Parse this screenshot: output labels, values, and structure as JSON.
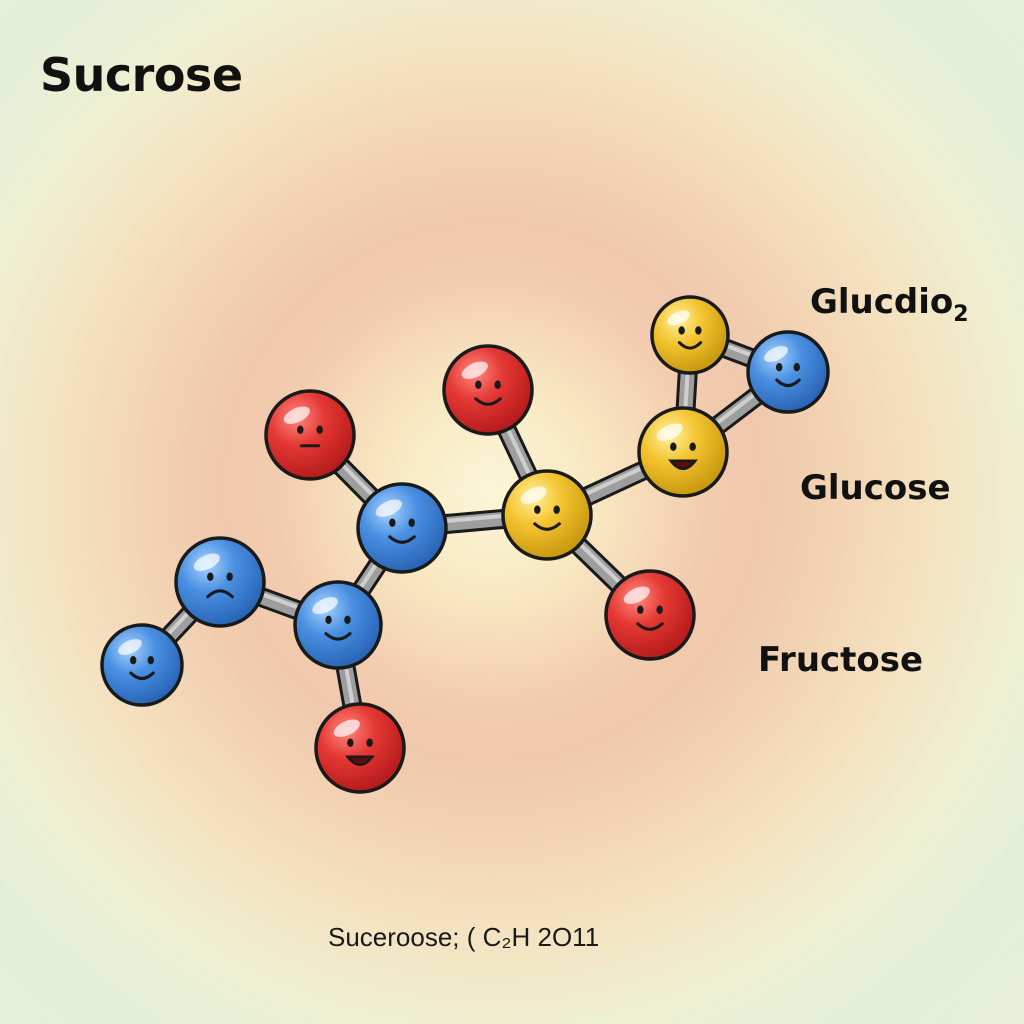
{
  "title": "Sucrose",
  "labels": {
    "top_label": "Glucdio",
    "top_label_sub": "2",
    "middle_label": "Glucose",
    "bottom_label": "Fructose"
  },
  "formula": "Suceroose; ( C₂H 2O11",
  "colors": {
    "oxygen_red": "#e53935",
    "carbon_blue": "#4a90e2",
    "hydrogen_yellow": "#f4c430",
    "bond_gray": "#8c8c8c",
    "outline": "#1a1a1a"
  },
  "diagram": {
    "atoms": [
      {
        "id": "a1",
        "color": "red",
        "face": "neutral"
      },
      {
        "id": "a2",
        "color": "red",
        "face": "smile"
      },
      {
        "id": "a3",
        "color": "yellow",
        "face": "smile"
      },
      {
        "id": "a4",
        "color": "blue",
        "face": "smile"
      },
      {
        "id": "a5",
        "color": "yellow",
        "face": "grin"
      },
      {
        "id": "a6",
        "color": "blue",
        "face": "smile"
      },
      {
        "id": "a7",
        "color": "yellow",
        "face": "smile"
      },
      {
        "id": "a8",
        "color": "red",
        "face": "smile"
      },
      {
        "id": "a9",
        "color": "blue",
        "face": "sad"
      },
      {
        "id": "a10",
        "color": "blue",
        "face": "smile"
      },
      {
        "id": "a11",
        "color": "blue",
        "face": "smile"
      },
      {
        "id": "a12",
        "color": "red",
        "face": "grin"
      }
    ],
    "bonds": [
      [
        "a3",
        "a4"
      ],
      [
        "a3",
        "a5"
      ],
      [
        "a4",
        "a5"
      ],
      [
        "a5",
        "a7"
      ],
      [
        "a2",
        "a7"
      ],
      [
        "a7",
        "a8"
      ],
      [
        "a7",
        "a6"
      ],
      [
        "a1",
        "a6"
      ],
      [
        "a6",
        "a10"
      ],
      [
        "a10",
        "a9"
      ],
      [
        "a9",
        "a11"
      ],
      [
        "a10",
        "a12"
      ]
    ]
  }
}
